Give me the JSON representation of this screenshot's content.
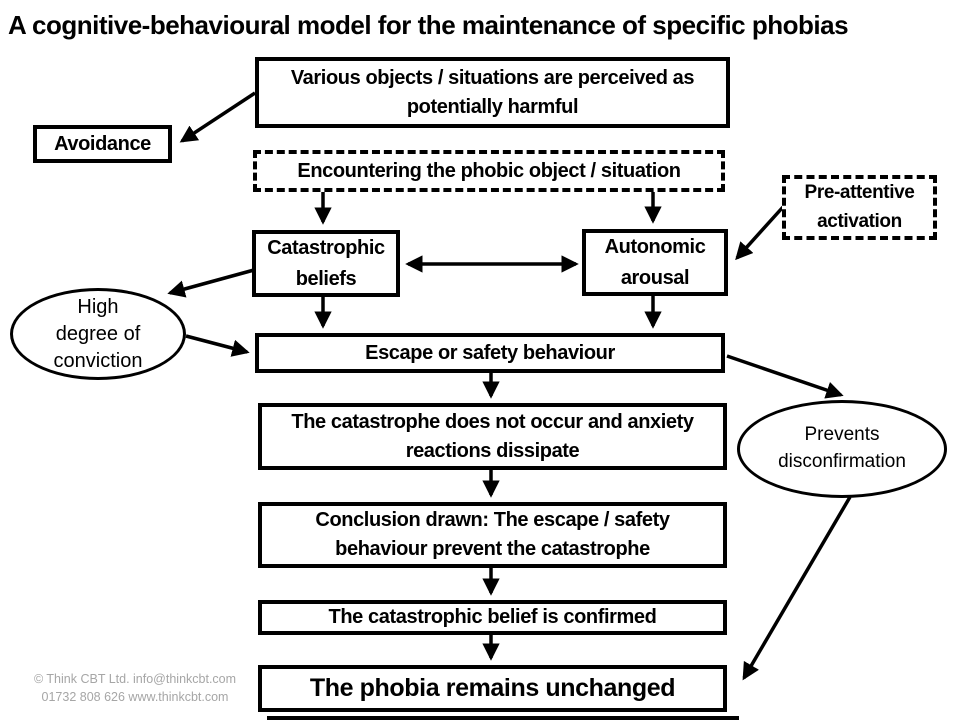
{
  "title": "A cognitive-behavioural model for the maintenance of specific phobias",
  "nodes": {
    "various": {
      "label": "Various objects / situations are perceived as potentially harmful",
      "shape": "rect-solid"
    },
    "avoidance": {
      "label": "Avoidance",
      "shape": "rect-solid"
    },
    "encountering": {
      "label": "Encountering the phobic object / situation",
      "shape": "rect-dashed"
    },
    "preattentive": {
      "label": "Pre-attentive activation",
      "shape": "rect-dashed"
    },
    "catastrophic": {
      "label": "Catastrophic beliefs",
      "shape": "rect-solid"
    },
    "autonomic": {
      "label": "Autonomic arousal",
      "shape": "rect-solid"
    },
    "conviction": {
      "label": "High degree of conviction",
      "shape": "ellipse"
    },
    "escape": {
      "label": "Escape or safety behaviour",
      "shape": "rect-solid"
    },
    "catastrophe_not": {
      "label": "The catastrophe does not occur and anxiety reactions dissipate",
      "shape": "rect-solid"
    },
    "prevents": {
      "label": "Prevents disconfirmation",
      "shape": "ellipse"
    },
    "conclusion": {
      "label": "Conclusion drawn: The escape / safety behaviour prevent the catastrophe",
      "shape": "rect-solid"
    },
    "confirmed": {
      "label": "The catastrophic belief is confirmed",
      "shape": "rect-solid"
    },
    "phobia": {
      "label": "The phobia remains unchanged",
      "shape": "rect-solid"
    }
  },
  "edges": [
    {
      "from": "various",
      "to": "avoidance",
      "style": "arrow"
    },
    {
      "from": "encountering",
      "to": "catastrophic",
      "style": "arrow"
    },
    {
      "from": "encountering",
      "to": "autonomic",
      "style": "arrow"
    },
    {
      "from": "preattentive",
      "to": "autonomic",
      "style": "arrow"
    },
    {
      "from": "catastrophic",
      "to": "autonomic",
      "style": "double-arrow"
    },
    {
      "from": "catastrophic",
      "to": "conviction",
      "style": "arrow"
    },
    {
      "from": "conviction",
      "to": "escape",
      "style": "arrow"
    },
    {
      "from": "catastrophic",
      "to": "escape",
      "style": "arrow"
    },
    {
      "from": "autonomic",
      "to": "escape",
      "style": "arrow"
    },
    {
      "from": "escape",
      "to": "catastrophe_not",
      "style": "arrow"
    },
    {
      "from": "escape",
      "to": "prevents",
      "style": "arrow"
    },
    {
      "from": "catastrophe_not",
      "to": "conclusion",
      "style": "arrow"
    },
    {
      "from": "conclusion",
      "to": "confirmed",
      "style": "arrow"
    },
    {
      "from": "confirmed",
      "to": "phobia",
      "style": "arrow"
    },
    {
      "from": "prevents",
      "to": "phobia",
      "style": "arrow"
    }
  ],
  "footer": {
    "line1": "© Think CBT Ltd. info@thinkcbt.com",
    "line2": "01732 808 626 www.thinkcbt.com"
  },
  "colors": {
    "ink": "#000000",
    "footer_text": "#a6a6a6",
    "background": "#ffffff"
  }
}
